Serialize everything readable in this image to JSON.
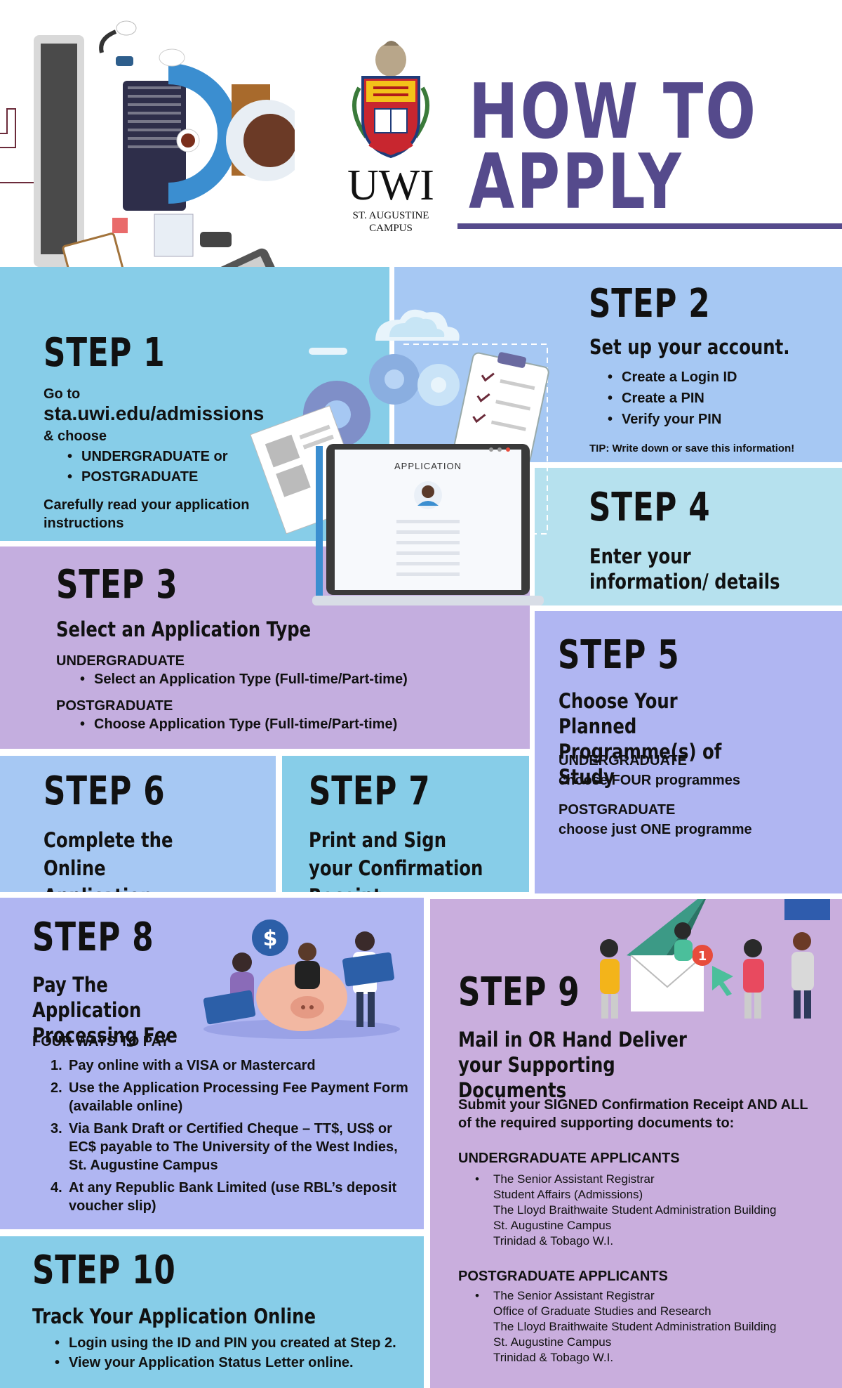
{
  "header": {
    "title_line1": "HOW TO",
    "title_line2": "APPLY",
    "logo_text": "UWI",
    "campus_line1": "ST. AUGUSTINE",
    "campus_line2": "CAMPUS"
  },
  "illustration": {
    "application_label": "APPLICATION"
  },
  "colors": {
    "title_purple": "#554a8c",
    "sky_blue": "#87cde8",
    "light_blue": "#a6c8f3",
    "pale_blue": "#b6e1ee",
    "lavender": "#c4aedf",
    "periwinkle": "#b0b6f2",
    "mauve": "#c9aedd"
  },
  "step1": {
    "title": "STEP 1",
    "go_to": "Go to",
    "url": "sta.uwi.edu/admissions",
    "choose": "& choose",
    "options": [
      "UNDERGRADUATE or",
      "POSTGRADUATE"
    ],
    "note": "Carefully read your application instructions"
  },
  "step2": {
    "title": "STEP 2",
    "subtitle": "Set up your account.",
    "items": [
      "Create a Login ID",
      "Create a PIN",
      "Verify your PIN"
    ],
    "tip": "TIP: Write down or save this information!"
  },
  "step3": {
    "title": "STEP 3",
    "subtitle": "Select an Application Type",
    "ug_label": "UNDERGRADUATE",
    "ug_item": "Select an Application Type (Full-time/Part-time)",
    "pg_label": "POSTGRADUATE",
    "pg_item": "Choose Application Type (Full-time/Part-time)"
  },
  "step4": {
    "title": "STEP 4",
    "subtitle": "Enter your information/ details"
  },
  "step5": {
    "title": "STEP 5",
    "subtitle": "Choose Your Planned Programme(s) of Study",
    "ug_label": "UNDERGRADUATE",
    "ug_text": "choose FOUR programmes",
    "pg_label": "POSTGRADUATE",
    "pg_text": "choose just ONE programme"
  },
  "step6": {
    "title": "STEP 6",
    "subtitle": "Complete the Online Application."
  },
  "step7": {
    "title": "STEP 7",
    "subtitle": "Print and Sign your Confirmation Receipt"
  },
  "step8": {
    "title": "STEP 8",
    "subtitle": "Pay The Application Processing Fee",
    "ways_label": "FOUR WAYS TO PAY",
    "ways": [
      {
        "num": "1.",
        "text": "Pay online with a VISA or Mastercard"
      },
      {
        "num": "2.",
        "text": "Use the Application Processing Fee Payment Form (available online)"
      },
      {
        "num": "3.",
        "text": "Via Bank Draft or Certified Cheque – TT$, US$ or EC$ payable to",
        "bold": "The University of the West Indies, St. Augustine Campus"
      },
      {
        "num": "4.",
        "text": "At any Republic Bank Limited (use RBL’s deposit voucher slip)"
      }
    ]
  },
  "step9": {
    "title": "STEP 9",
    "subtitle": "Mail in OR Hand Deliver your Supporting Documents",
    "intro": "Submit your SIGNED Confirmation Receipt AND ALL of the required supporting documents to:",
    "ug_label": "UNDERGRADUATE APPLICANTS",
    "ug_address": [
      "The Senior Assistant Registrar",
      "Student Affairs (Admissions)",
      "The Lloyd Braithwaite Student Administration Building",
      "St. Augustine Campus",
      "Trinidad & Tobago W.I."
    ],
    "pg_label": "POSTGRADUATE APPLICANTS",
    "pg_address": [
      "The Senior Assistant Registrar",
      "Office of Graduate Studies and Research",
      "The Lloyd Braithwaite Student Administration Building",
      "St. Augustine Campus",
      "Trinidad & Tobago W.I."
    ],
    "notification_count": "1"
  },
  "step10": {
    "title": "STEP 10",
    "subtitle": "Track Your Application Online",
    "items": [
      "Login using the ID and PIN you created at Step 2.",
      "View your Application Status Letter online."
    ]
  }
}
